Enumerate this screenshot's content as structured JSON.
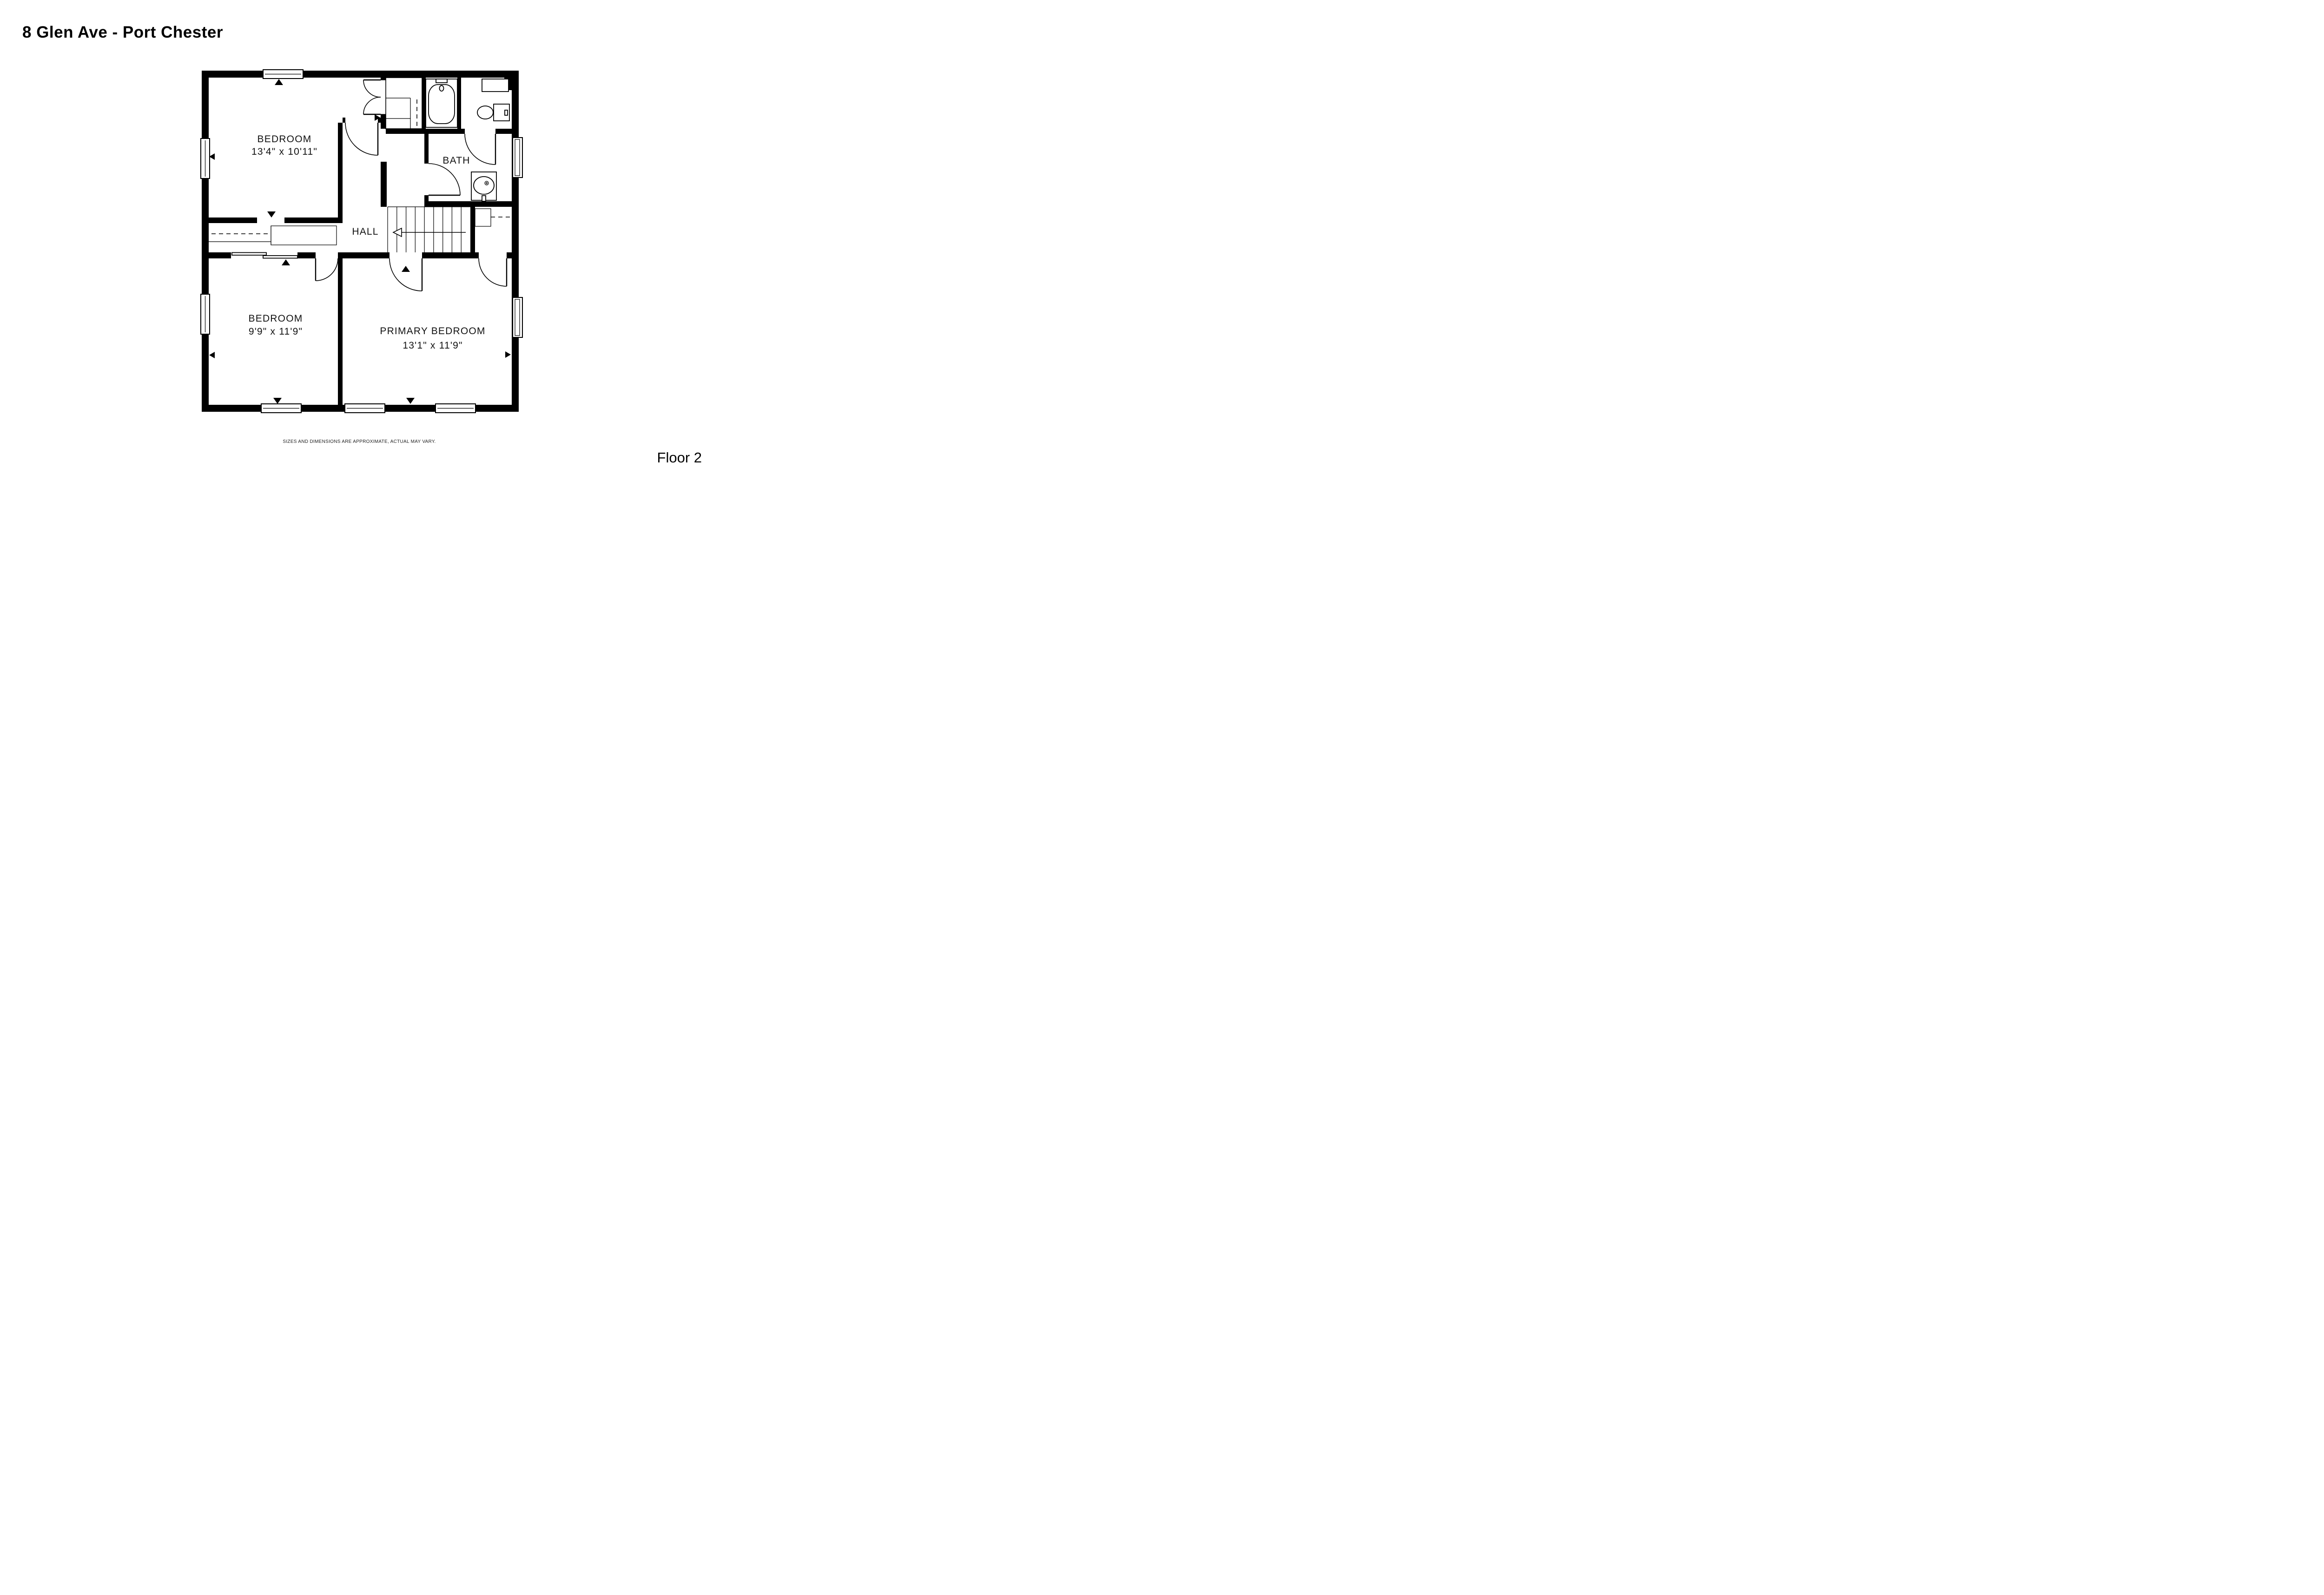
{
  "page": {
    "title": "8 Glen Ave - Port Chester",
    "floor_label": "Floor 2",
    "disclaimer": "SIZES AND DIMENSIONS ARE APPROXIMATE, ACTUAL MAY VARY."
  },
  "rooms": {
    "bedroom_nw": {
      "label": "BEDROOM",
      "dimensions": "13'4\" x 10'11\""
    },
    "bath": {
      "label": "BATH"
    },
    "hall": {
      "label": "HALL"
    },
    "bedroom_sw": {
      "label": "BEDROOM",
      "dimensions": "9'9\" x 11'9\""
    },
    "primary_bedroom": {
      "label": "PRIMARY BEDROOM",
      "dimensions": "13'1\" x 11'9\""
    }
  },
  "colors": {
    "wall": "#000000",
    "floor": "#ffffff",
    "text": "#000000"
  }
}
